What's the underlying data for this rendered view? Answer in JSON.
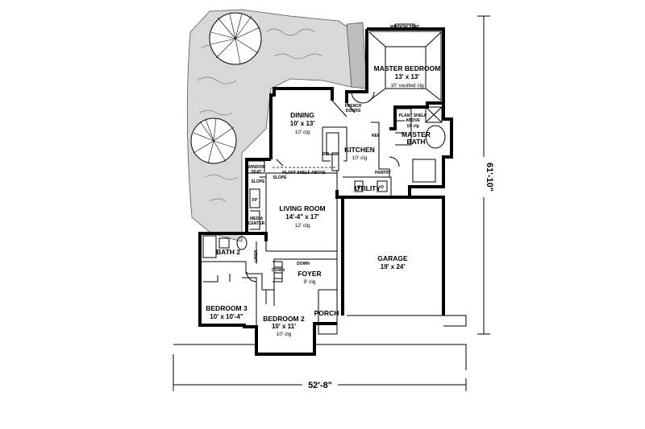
{
  "rooms": {
    "master_bedroom": {
      "name": "MASTER BEDROOM",
      "dim": "13' x 13'",
      "note": "10' vaulted clg"
    },
    "dining": {
      "name": "DINING",
      "dim": "10' x 13'",
      "note": "10' clg"
    },
    "kitchen": {
      "name": "KITCHEN",
      "note": "10' clg"
    },
    "master_bath": {
      "name": "MASTER",
      "name2": "BATH"
    },
    "living_room": {
      "name": "LIVING ROOM",
      "dim": "14'-4\" x 17'",
      "note": "12' clg"
    },
    "garage": {
      "name": "GARAGE",
      "dim": "19' x 24'"
    },
    "foyer": {
      "name": "FOYER",
      "note": "9' clg"
    },
    "porch": {
      "name": "PORCH"
    },
    "bath2": {
      "name": "BATH 2"
    },
    "bedroom3": {
      "name": "BEDROOM 3",
      "dim": "10' x 10'-4\""
    },
    "bedroom2": {
      "name": "BEDROOM 2",
      "dim": "10' x 11'",
      "note": "10' clg"
    },
    "utility": {
      "name": "UTILITY"
    }
  },
  "small_labels": {
    "window_seat_top": "WINDOW SEAT",
    "french_doors": "FRENCH",
    "french_doors2": "DOORS",
    "plant_shelf_mb": "PLANT SHELF",
    "plant_shelf_mb2": "ABOVE",
    "mb_clg": "10' clg",
    "plant_shelf_above": "PLANT SHELF ABOVE",
    "window_seat_left": "WINDOW",
    "window_seat_left2": "SEAT",
    "slope_left": "SLOPE",
    "slope_right": "SLOPE",
    "fp": "FP",
    "media_center": "MEDIA",
    "media_center2": "CENTER",
    "pantry": "PANTRY",
    "dw": "DW",
    "ref": "REF",
    "w": "W",
    "d": "D",
    "down": "DOWN",
    "down2": "DOWN",
    "linen": "LINEN"
  },
  "dimensions": {
    "width": "52'-8\"",
    "depth": "61'-10\""
  }
}
